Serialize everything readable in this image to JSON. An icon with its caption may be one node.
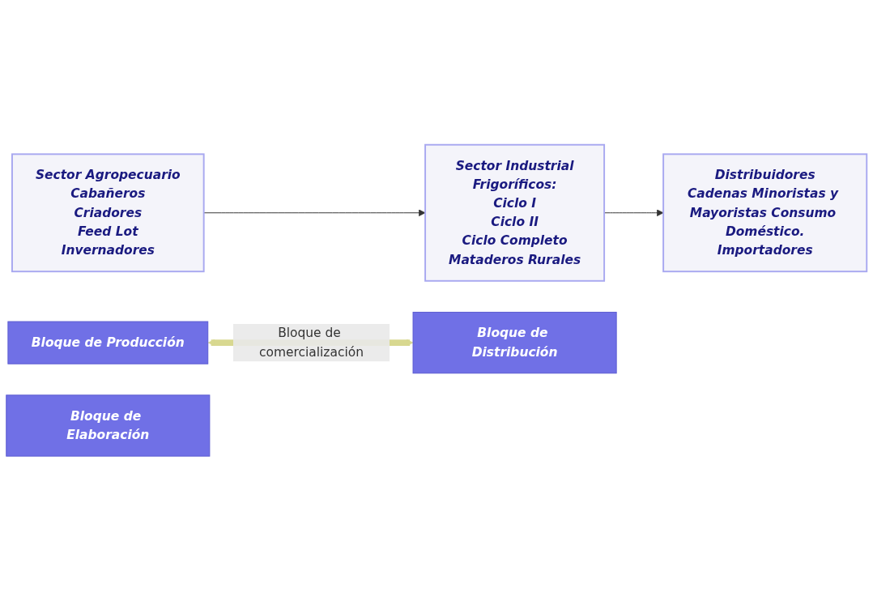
{
  "diagram": {
    "nodes": [
      {
        "text": [
          "Sector Agropecuario",
          "Cabañeros",
          "Criadores",
          "Feed Lot",
          "Invernadores"
        ]
      },
      {
        "text": [
          "Sector Industrial",
          "Frigoríficos:",
          "Ciclo I",
          "Ciclo II",
          "Ciclo Completo",
          "Mataderos Rurales"
        ]
      },
      {
        "text": [
          "Distribuidores",
          "Cadenas Minoristas y Mayoristas Consumo Doméstico.",
          "Importadores"
        ]
      },
      {
        "text": [
          "Bloque de Producción"
        ]
      },
      {
        "text": [
          "Bloque de Elaboración"
        ]
      },
      {
        "text": [
          "Bloque de Distribución"
        ]
      }
    ],
    "edges": [
      {
        "from": 0,
        "to": 1,
        "arrow": "to"
      },
      {
        "from": 1,
        "to": 2,
        "arrow": "to"
      },
      {
        "from": 3,
        "to": 5,
        "arrow": "both",
        "label": "Bloque de comercialización",
        "style": "thick",
        "color": "#d8d890"
      }
    ]
  }
}
